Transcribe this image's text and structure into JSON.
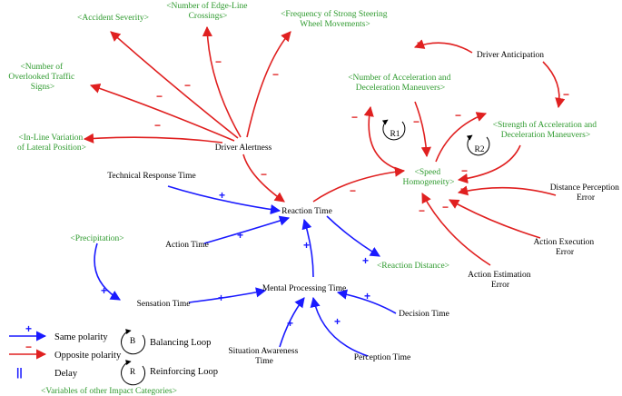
{
  "variables": {
    "driver_alertness": "Driver Alertness",
    "driver_anticipation": "Driver Anticipation",
    "reaction_time": "Reaction Time",
    "technical_response_time": "Technical Response Time",
    "action_time": "Action Time",
    "mental_processing_time": "Mental Processing Time",
    "sensation_time": "Sensation Time",
    "decision_time": "Decision Time",
    "perception_time": "Perception Time",
    "situation_awareness_time": [
      "Situation Awareness",
      "Time"
    ],
    "distance_perception_error": [
      "Distance Perception",
      "Error"
    ],
    "action_execution_error": [
      "Action Execution",
      "Error"
    ],
    "action_estimation_error": [
      "Action Estimation",
      "Error"
    ]
  },
  "external_variables": {
    "accident_severity": "<Accident Severity>",
    "edge_line_crossings": [
      "<Number of Edge-Line",
      "Crossings>"
    ],
    "steering_wheel_movements": [
      "<Frequency of Strong Steering",
      "Wheel Movements>"
    ],
    "overlooked_signs": [
      "<Number of",
      "Overlooked Traffic",
      "Signs>"
    ],
    "lateral_position": [
      "<In-Line Variation",
      "of Lateral Position>"
    ],
    "speed_homogeneity": [
      "<Speed",
      "Homogeneity>"
    ],
    "acc_dec_maneuvers": [
      "<Number of Acceleration and",
      "Deceleration Maneuvers>"
    ],
    "strength_acc_dec": [
      "<Strength of Acceleration and",
      "Deceleration Maneuvers>"
    ],
    "precipitation": "<Precipitation>",
    "reaction_distance": "<Reaction Distance>"
  },
  "loops": {
    "r1": "R1",
    "r2": "R2"
  },
  "signs": {
    "plus": "+",
    "minus": "−"
  },
  "legend": {
    "same_polarity": "Same polarity",
    "opposite_polarity": "Opposite polarity",
    "delay": "Delay",
    "balancing_loop": "Balancing Loop",
    "balancing_symbol": "B",
    "reinforcing_loop": "Reinforcing Loop",
    "reinforcing_symbol": "R",
    "other_categories": "<Variables of other Impact Categories>",
    "delay_symbol": "||"
  },
  "colors": {
    "positive_link": "#1a1aff",
    "negative_link": "#e02020",
    "external_variable": "#2e9a2e",
    "text": "#000000"
  }
}
